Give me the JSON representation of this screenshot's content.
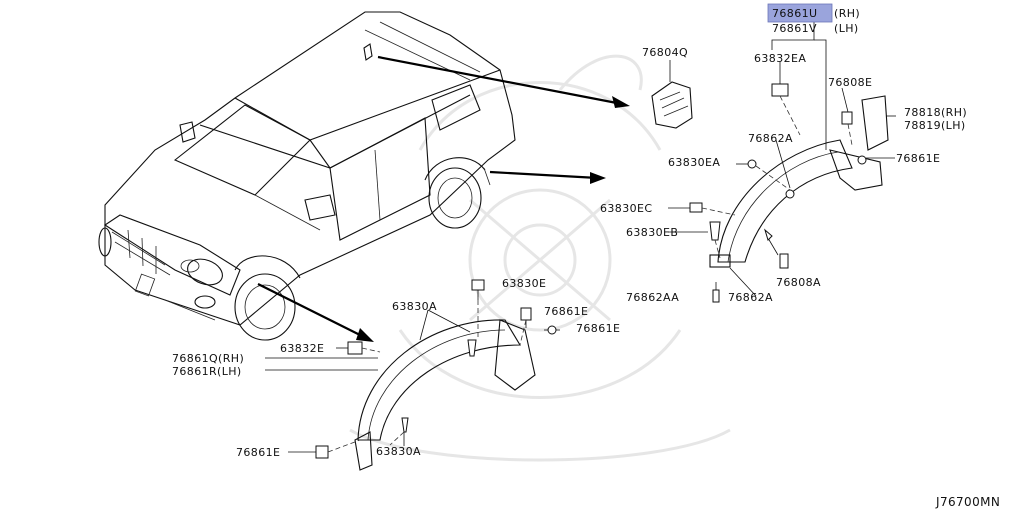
{
  "diagram_code": "J76700MN",
  "highlight_color": "#9aa4dc",
  "labels": {
    "p76861U": "76861U",
    "p76861U_side": "(RH)",
    "p76861V": "76861V",
    "p76861V_side": "(LH)",
    "p76804Q": "76804Q",
    "p63832EA": "63832EA",
    "p76808E": "76808E",
    "p78818": "78818(RH)",
    "p78819": "78819(LH)",
    "p76862A_top": "76862A",
    "p63830EA": "63830EA",
    "p76861E_right": "76861E",
    "p63830EC": "63830EC",
    "p63830EB": "63830EB",
    "p76808A": "76808A",
    "p76862AA": "76862AA",
    "p76862A_bottom": "76862A",
    "p63830E": "63830E",
    "p63830A_top": "63830A",
    "p76861E_a": "76861E",
    "p76861E_b": "76861E",
    "p63832E": "63832E",
    "p76861Q": "76861Q(RH)",
    "p76861R": "76861R(LH)",
    "p76861E_left": "76861E",
    "p63830A_bottom": "63830A"
  }
}
